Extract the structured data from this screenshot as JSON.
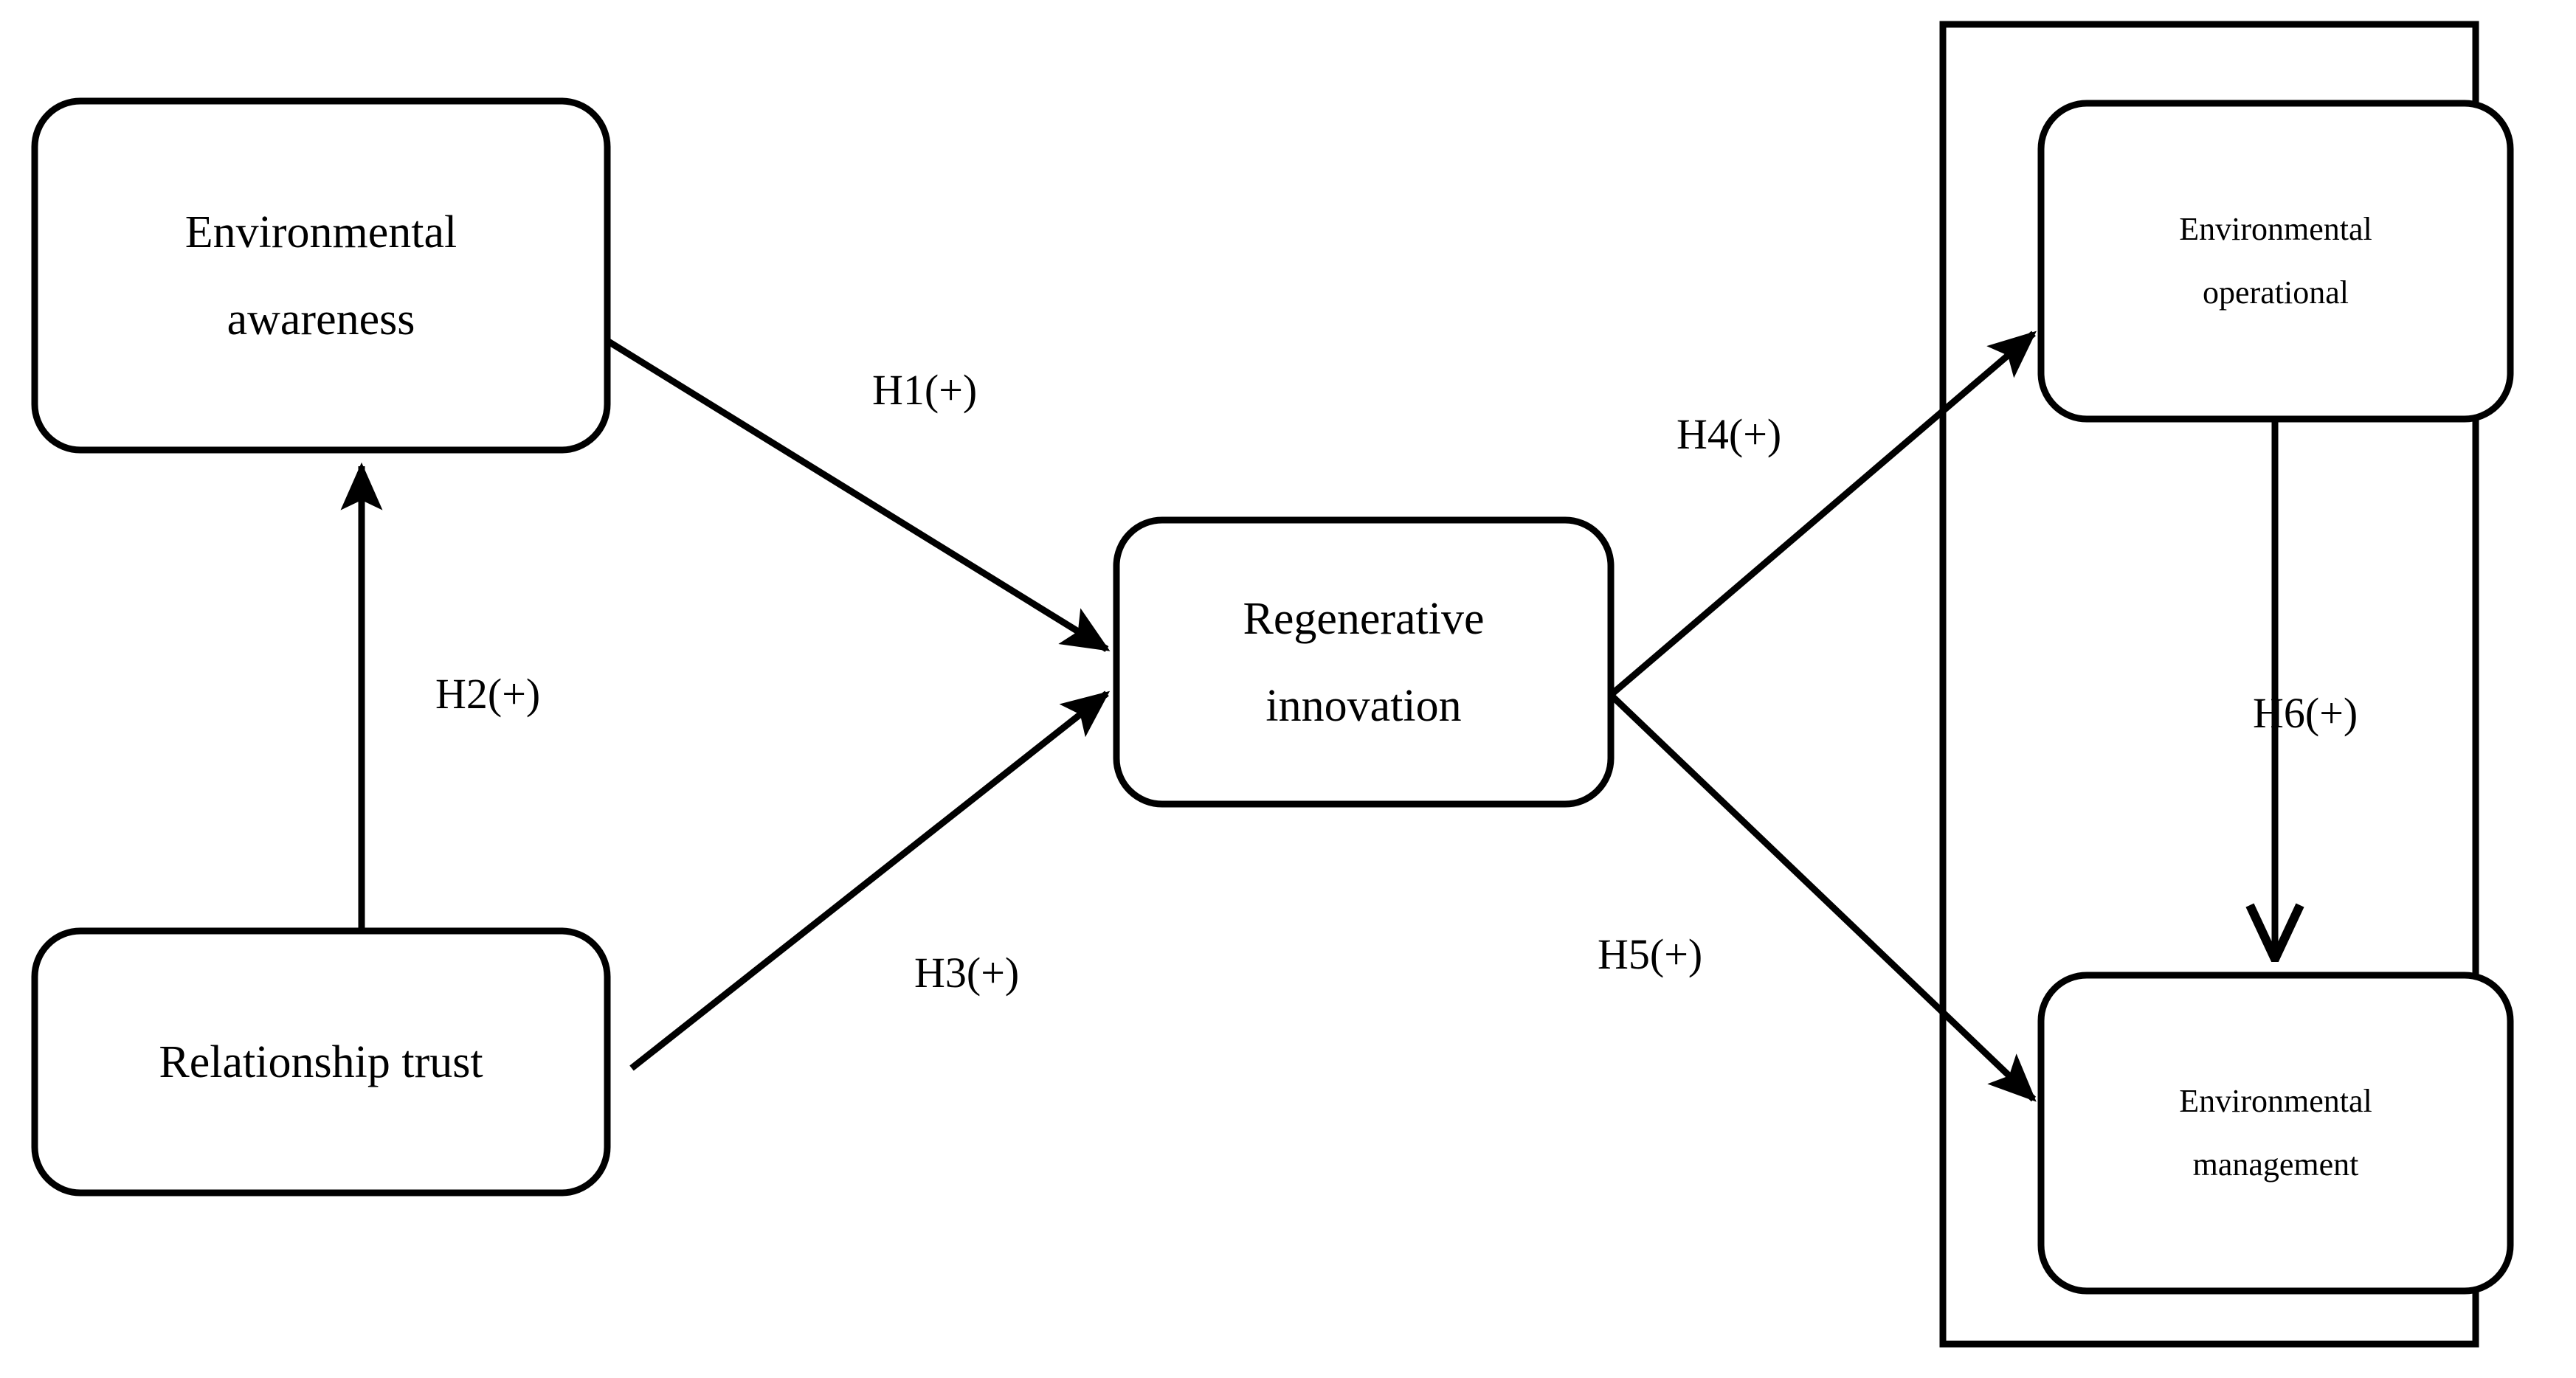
{
  "diagram": {
    "type": "conceptual-research-model",
    "background_color": "#ffffff",
    "stroke_color": "#000000",
    "nodes": [
      {
        "id": "environmental-awareness",
        "lines": [
          "Environmental",
          "awareness"
        ],
        "shape": "rounded-rectangle"
      },
      {
        "id": "relationship-trust",
        "lines": [
          "Relationship trust"
        ],
        "shape": "rounded-rectangle"
      },
      {
        "id": "regenerative-innovation",
        "lines": [
          "Regenerative",
          "innovation"
        ],
        "shape": "rounded-rectangle"
      },
      {
        "id": "environmental-operational",
        "lines": [
          "Environmental",
          "operational"
        ],
        "shape": "rounded-rectangle"
      },
      {
        "id": "environmental-management",
        "lines": [
          "Environmental",
          "management"
        ],
        "shape": "rounded-rectangle"
      }
    ],
    "grouping_box": {
      "id": "environmental-performance-group",
      "shape": "rectangle",
      "contains": [
        "environmental-operational",
        "environmental-management"
      ]
    },
    "edges": [
      {
        "id": "h1",
        "label": "H1(+)",
        "from": "environmental-awareness",
        "to": "regenerative-innovation",
        "arrowhead": "filled"
      },
      {
        "id": "h2",
        "label": "H2(+)",
        "from": "relationship-trust",
        "to": "environmental-awareness",
        "arrowhead": "filled"
      },
      {
        "id": "h3",
        "label": "H3(+)",
        "from": "relationship-trust",
        "to": "regenerative-innovation",
        "arrowhead": "filled"
      },
      {
        "id": "h4",
        "label": "H4(+)",
        "from": "regenerative-innovation",
        "to": "environmental-operational",
        "arrowhead": "filled"
      },
      {
        "id": "h5",
        "label": "H5(+)",
        "from": "regenerative-innovation",
        "to": "environmental-management",
        "arrowhead": "filled"
      },
      {
        "id": "h6",
        "label": "H6(+)",
        "from": "environmental-operational",
        "to": "environmental-management",
        "arrowhead": "open"
      }
    ]
  }
}
